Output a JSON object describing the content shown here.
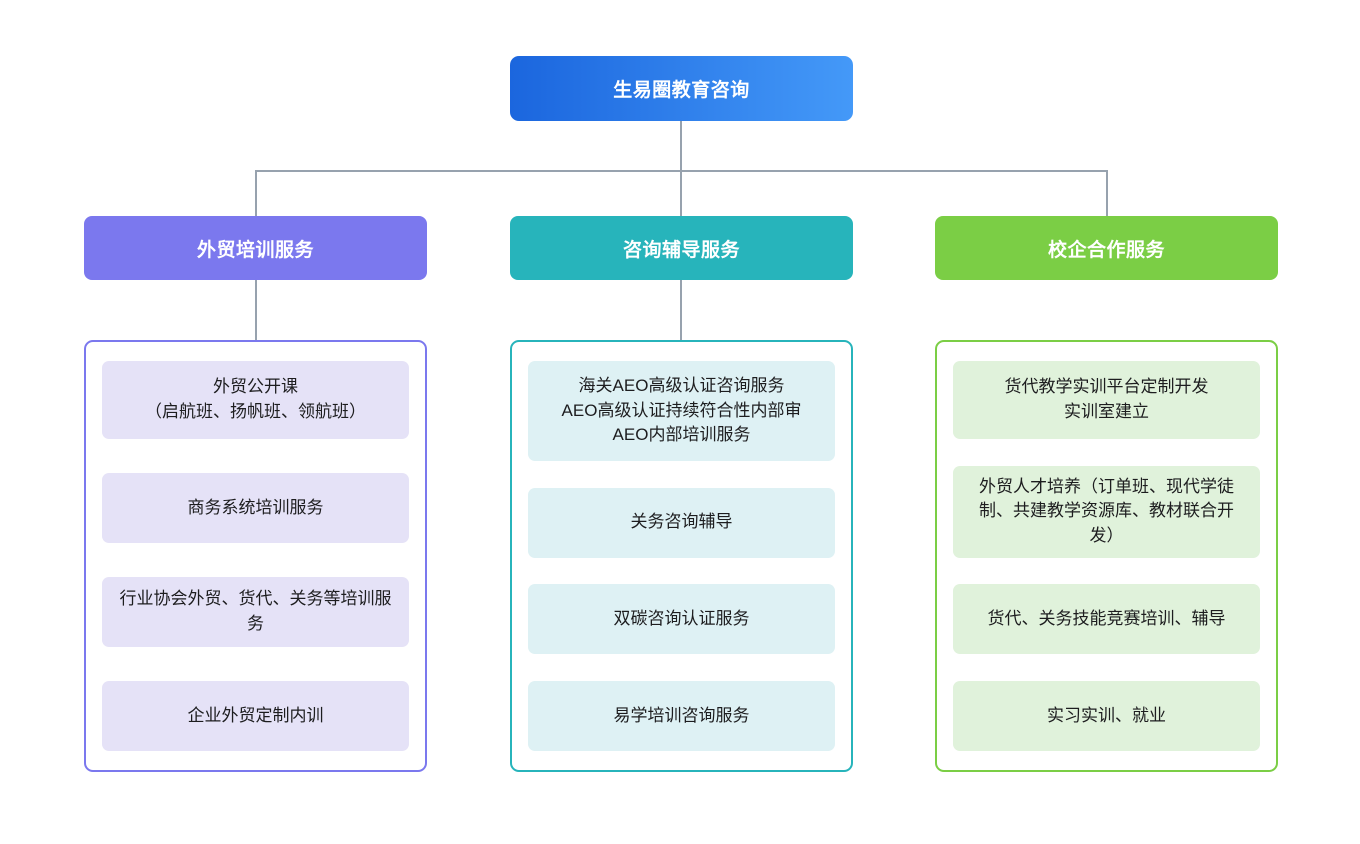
{
  "root": {
    "label": "生易圈教育咨询",
    "gradient_from": "#1B66DE",
    "gradient_to": "#4499F8"
  },
  "connector_color": "#97A2AE",
  "branches": [
    {
      "id": "trade-training",
      "label": "外贸培训服务",
      "color": "#7B78EE",
      "item_bg": "#E5E2F7",
      "header_connector": true,
      "items": [
        {
          "lines": [
            "外贸公开课",
            "（启航班、扬帆班、领航班）"
          ]
        },
        {
          "lines": [
            "商务系统培训服务"
          ]
        },
        {
          "lines": [
            "行业协会外贸、货代、关务等培训服务"
          ]
        },
        {
          "lines": [
            "企业外贸定制内训"
          ]
        }
      ]
    },
    {
      "id": "consulting-coaching",
      "label": "咨询辅导服务",
      "color": "#27B4BB",
      "item_bg": "#DEF1F4",
      "header_connector": true,
      "items": [
        {
          "lines": [
            "海关AEO高级认证咨询服务",
            "AEO高级认证持续符合性内部审",
            "AEO内部培训服务"
          ]
        },
        {
          "lines": [
            "关务咨询辅导"
          ]
        },
        {
          "lines": [
            "双碳咨询认证服务"
          ]
        },
        {
          "lines": [
            "易学培训咨询服务"
          ]
        }
      ]
    },
    {
      "id": "school-enterprise",
      "label": "校企合作服务",
      "color": "#7BCE45",
      "item_bg": "#E0F2DB",
      "header_connector": false,
      "items": [
        {
          "lines": [
            "货代教学实训平台定制开发",
            "实训室建立"
          ]
        },
        {
          "lines": [
            "外贸人才培养（订单班、现代学徒制、共建教学资源库、教材联合开发）"
          ]
        },
        {
          "lines": [
            "货代、关务技能竞赛培训、辅导"
          ]
        },
        {
          "lines": [
            "实习实训、就业"
          ]
        }
      ]
    }
  ]
}
